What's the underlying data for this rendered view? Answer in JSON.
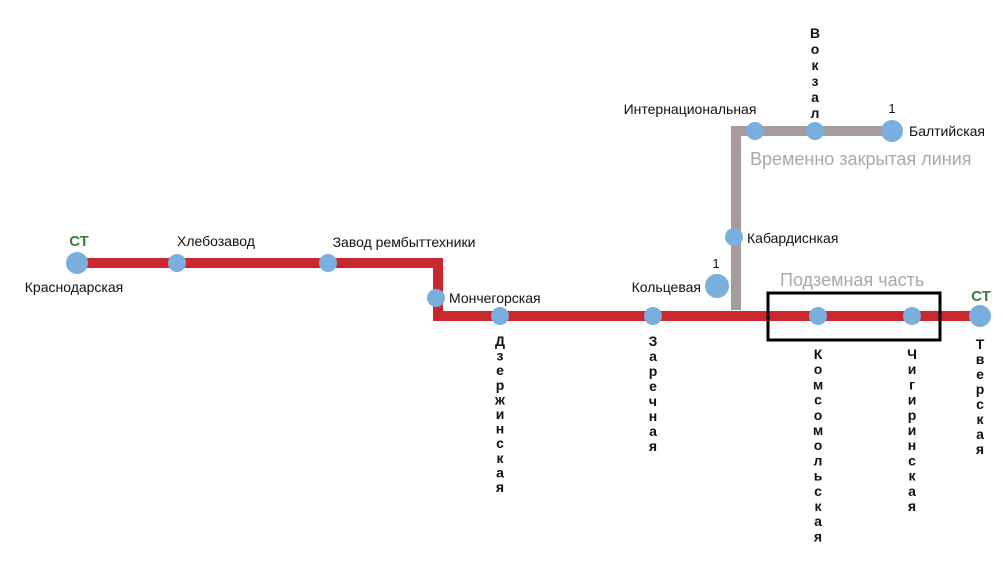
{
  "colors": {
    "main_line": "#c8282e",
    "closed_line": "#a59b9b",
    "station": "#7aaedc",
    "terminal_marker": "#3d7a3d",
    "label": "#111111",
    "muted_label": "#a9a9a9",
    "frame": "#000000"
  },
  "terminal_marker": "СТ",
  "stations": {
    "krasnodarskaya": "Краснодарская",
    "khlebozavod": "Хлебозавод",
    "zavod": "Завод рембыттехники",
    "monchegorskaya": "Мончегорская",
    "dzerzhinskaya": "Дзержинская",
    "zarechnaya": "Заречная",
    "koltsevaya": "Кольцевая",
    "kabardinskaya": "Кабардиснкая",
    "internatsionalnaya": "Интернациональная",
    "vokzal": "Вокзал",
    "baltiyskaya": "Балтийская",
    "komsomolskaya": "Комсомольская",
    "chigirinskaya": "Чигиринская",
    "tverskaya": "Тверская"
  },
  "numbers": {
    "koltsevaya": "1",
    "baltiyskaya": "1"
  },
  "notes": {
    "closed_line": "Временно закрытая линия",
    "underground": "Подземная часть"
  }
}
